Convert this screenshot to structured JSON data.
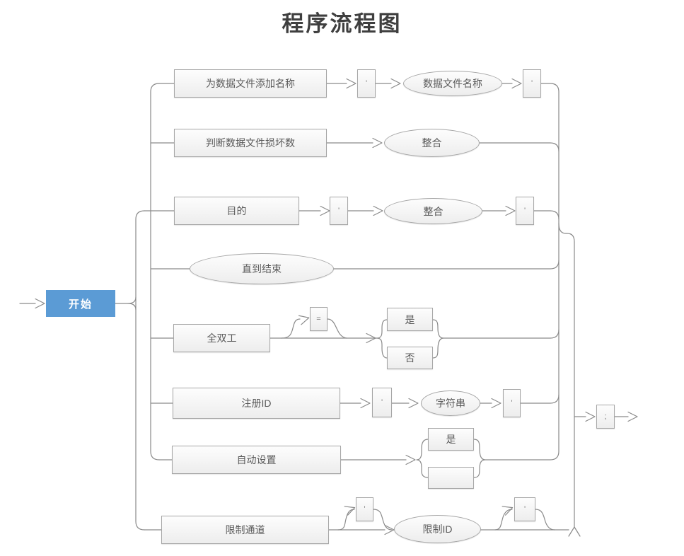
{
  "title": "程序流程图",
  "colors": {
    "accent_blue": "#5B9BD5",
    "line_gray": "#8a8a8a",
    "node_border": "#a6a6a6",
    "text_gray": "#595959"
  },
  "start": {
    "label": "开始"
  },
  "exit": {
    "label": ";"
  },
  "rows": {
    "r1": {
      "box": "为数据文件添加名称",
      "q1": "'",
      "ellipse": "数据文件名称",
      "q2": "'"
    },
    "r2": {
      "box": "判断数据文件损坏数",
      "ellipse": "整合"
    },
    "r3": {
      "box": "目的",
      "q1": "'",
      "ellipse": "整合",
      "q2": "'"
    },
    "r4": {
      "ellipse": "直到结束"
    },
    "r5": {
      "box": "全双工",
      "op": "=",
      "yes": "是",
      "no": "否"
    },
    "r6": {
      "box": "注册ID",
      "q1": "'",
      "ellipse": "字符串",
      "q2": "'"
    },
    "r7": {
      "box": "自动设置",
      "yes": "是",
      "empty": ""
    },
    "r8": {
      "box": "限制通道",
      "q1": "'",
      "ellipse": "限制ID",
      "q2": "'"
    }
  }
}
